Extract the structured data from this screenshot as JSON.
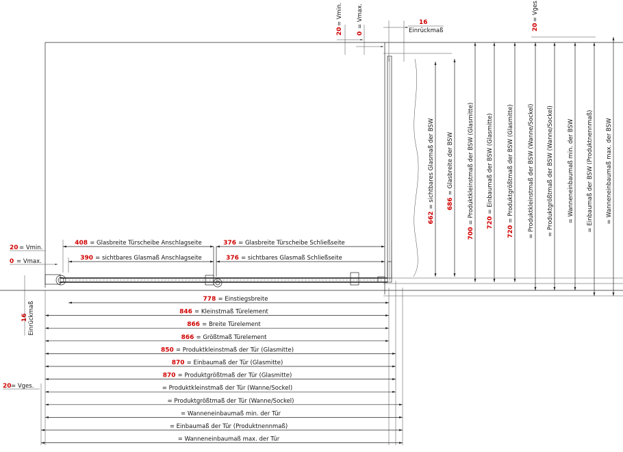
{
  "colors": {
    "value": "#d00000",
    "line": "#222222",
    "text": "#111111"
  },
  "top_labels": [
    {
      "value": "20",
      "label": "= Vmin."
    },
    {
      "value": "0",
      "label": "= Vmax."
    },
    {
      "value": "16",
      "label": "Einrückmaß"
    },
    {
      "value": "20",
      "label": "= Vges."
    }
  ],
  "left_labels": [
    {
      "value": "20",
      "label": "= Vmin."
    },
    {
      "value": "0",
      "label": "= Vmax."
    },
    {
      "value": "16",
      "label": "Einrückmaß"
    },
    {
      "value": "20",
      "label": "= Vges."
    }
  ],
  "upper_dims": [
    {
      "value": "408",
      "label": "= Glasbreite Türscheibe Anschlagseite"
    },
    {
      "value": "376",
      "label": "= Glasbreite Türscheibe Schließseite"
    },
    {
      "value": "390",
      "label": "= sichtbares Glasmaß Anschlagseite"
    },
    {
      "value": "376",
      "label": "= sichtbares Glasmaß Schließseite"
    }
  ],
  "horizontal_dims": [
    {
      "value": "778",
      "label": "= Einstiegsbreite"
    },
    {
      "value": "846",
      "label": "= Kleinstmaß Türelement"
    },
    {
      "value": "866",
      "label": "= Breite Türelement"
    },
    {
      "value": "866",
      "label": "= Größtmaß Türelement"
    },
    {
      "value": "850",
      "label": "= Produktkleinstmaß der Tür (Glasmitte)"
    },
    {
      "value": "870",
      "label": "= Einbaumaß der Tür (Glasmitte)"
    },
    {
      "value": "870",
      "label": "= Produktgrößtmaß der Tür (Glasmitte)"
    },
    {
      "value": "",
      "label": "= Produktkleinstmaß der Tür (Wanne/Sockel)"
    },
    {
      "value": "",
      "label": "= Produktgrößtmaß der Tür (Wanne/Sockel)"
    },
    {
      "value": "",
      "label": "= Wanneneinbaumaß min. der Tür"
    },
    {
      "value": "",
      "label": "= Einbaumaß der Tür (Produktnennmaß)"
    },
    {
      "value": "",
      "label": "= Wanneneinbaumaß max. der Tür"
    }
  ],
  "vertical_dims": [
    {
      "value": "662",
      "label": "= sichtbares Glasmaß der BSW"
    },
    {
      "value": "686",
      "label": "= Glasbreite der BSW"
    },
    {
      "value": "700",
      "label": "= Produktkleinstmaß der BSW (Glasmitte)"
    },
    {
      "value": "720",
      "label": "= Einbaumaß der BSW (Glasmitte)"
    },
    {
      "value": "720",
      "label": "= Produktgrößtmaß der BSW (Glasmitte)"
    },
    {
      "value": "",
      "label": "= Produktkleinstmaß der BSW (Wanne/Sockel)"
    },
    {
      "value": "",
      "label": "= Produktgrößtmaß der BSW (Wanne/Sockel)"
    },
    {
      "value": "",
      "label": "= Wanneneinbaumaß min. der BSW"
    },
    {
      "value": "",
      "label": "= Einbaumaß der BSW (Produktnennmaß)"
    },
    {
      "value": "",
      "label": "= Wanneneinbaumaß max. der BSW"
    }
  ]
}
